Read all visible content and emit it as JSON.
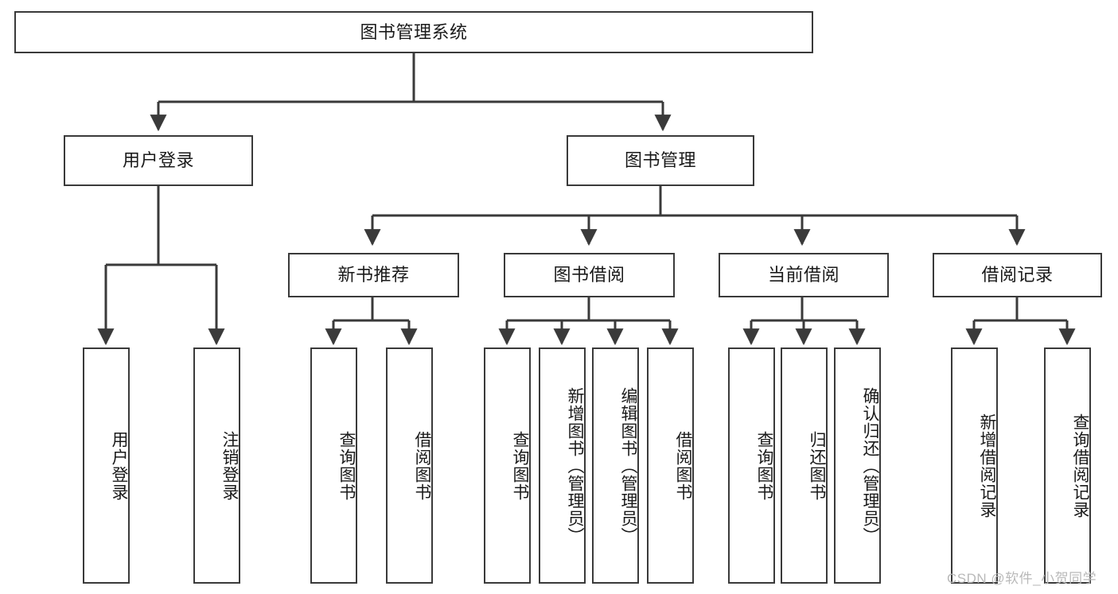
{
  "diagram": {
    "title": "图书管理系统",
    "type": "hierarchy-tree",
    "style": {
      "border_color": "#3a3a3a",
      "fill_color": "#ffffff",
      "text_color": "#1a1a1a",
      "line_color": "#3a3a3a",
      "background": "#ffffff"
    },
    "nodes": {
      "root": {
        "label": "图书管理系统",
        "level": 0
      },
      "user_login": {
        "label": "用户登录",
        "level": 1
      },
      "book_manage": {
        "label": "图书管理",
        "level": 1
      },
      "new_book_rec": {
        "label": "新书推荐",
        "level": 2
      },
      "book_borrow": {
        "label": "图书借阅",
        "level": 2
      },
      "current_borrow": {
        "label": "当前借阅",
        "level": 2
      },
      "borrow_record": {
        "label": "借阅记录",
        "level": 2
      },
      "leaf_user_login": {
        "label": "用户登录",
        "level": 2
      },
      "leaf_logout": {
        "label": "注销登录",
        "level": 2
      },
      "leaf_query_book_1": {
        "label": "查询图书",
        "level": 3
      },
      "leaf_borrow_book_1": {
        "label": "借阅图书",
        "level": 3
      },
      "leaf_query_book_2": {
        "label": "查询图书",
        "level": 3
      },
      "leaf_add_book_admin": {
        "label": "新增图书（管理员）",
        "level": 3
      },
      "leaf_edit_book_admin": {
        "label": "编辑图书（管理员）",
        "level": 3
      },
      "leaf_borrow_book_2": {
        "label": "借阅图书",
        "level": 3
      },
      "leaf_query_book_3": {
        "label": "查询图书",
        "level": 3
      },
      "leaf_return_book": {
        "label": "归还图书",
        "level": 3
      },
      "leaf_confirm_return_admin": {
        "label": "确认归还（管理员）",
        "level": 3
      },
      "leaf_add_record": {
        "label": "新增借阅记录",
        "level": 3
      },
      "leaf_query_record": {
        "label": "查询借阅记录",
        "level": 3
      }
    }
  },
  "watermark": {
    "text": "CSDN @软件_小贺同学"
  }
}
